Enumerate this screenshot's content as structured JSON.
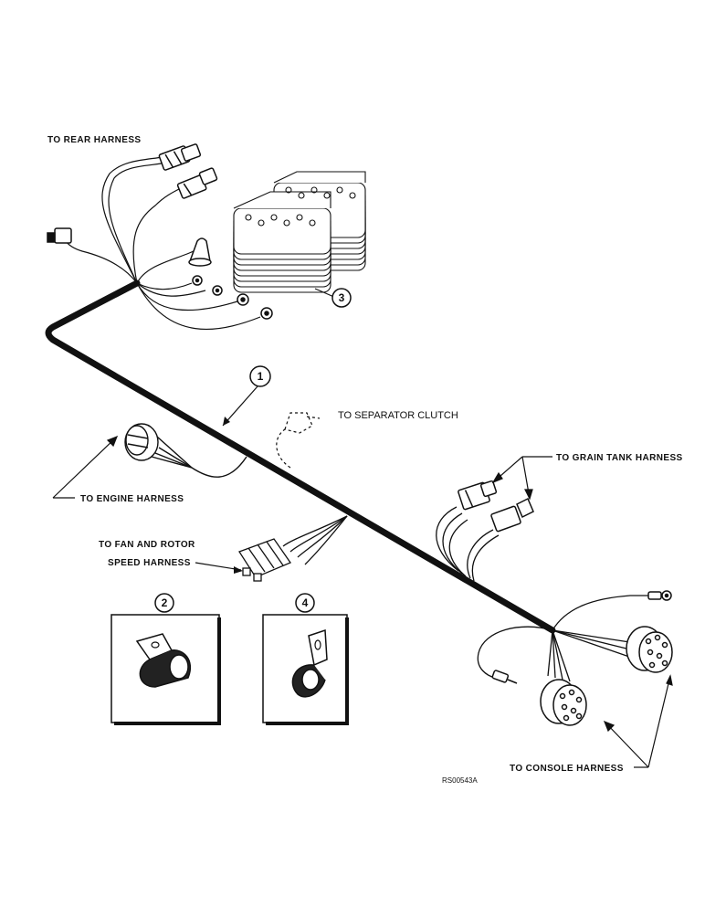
{
  "labels": {
    "rear_harness": "TO REAR HARNESS",
    "separator_clutch": "TO SEPARATOR CLUTCH",
    "grain_tank_harness": "TO GRAIN TANK HARNESS",
    "engine_harness": "TO ENGINE HARNESS",
    "fan_rotor_line1": "TO FAN AND ROTOR",
    "fan_rotor_line2": "SPEED HARNESS",
    "console_harness": "TO CONSOLE HARNESS"
  },
  "callouts": {
    "harness": "1",
    "clamp_a": "2",
    "foam_pads": "3",
    "clamp_b": "4"
  },
  "reference_code": "RS00543A"
}
